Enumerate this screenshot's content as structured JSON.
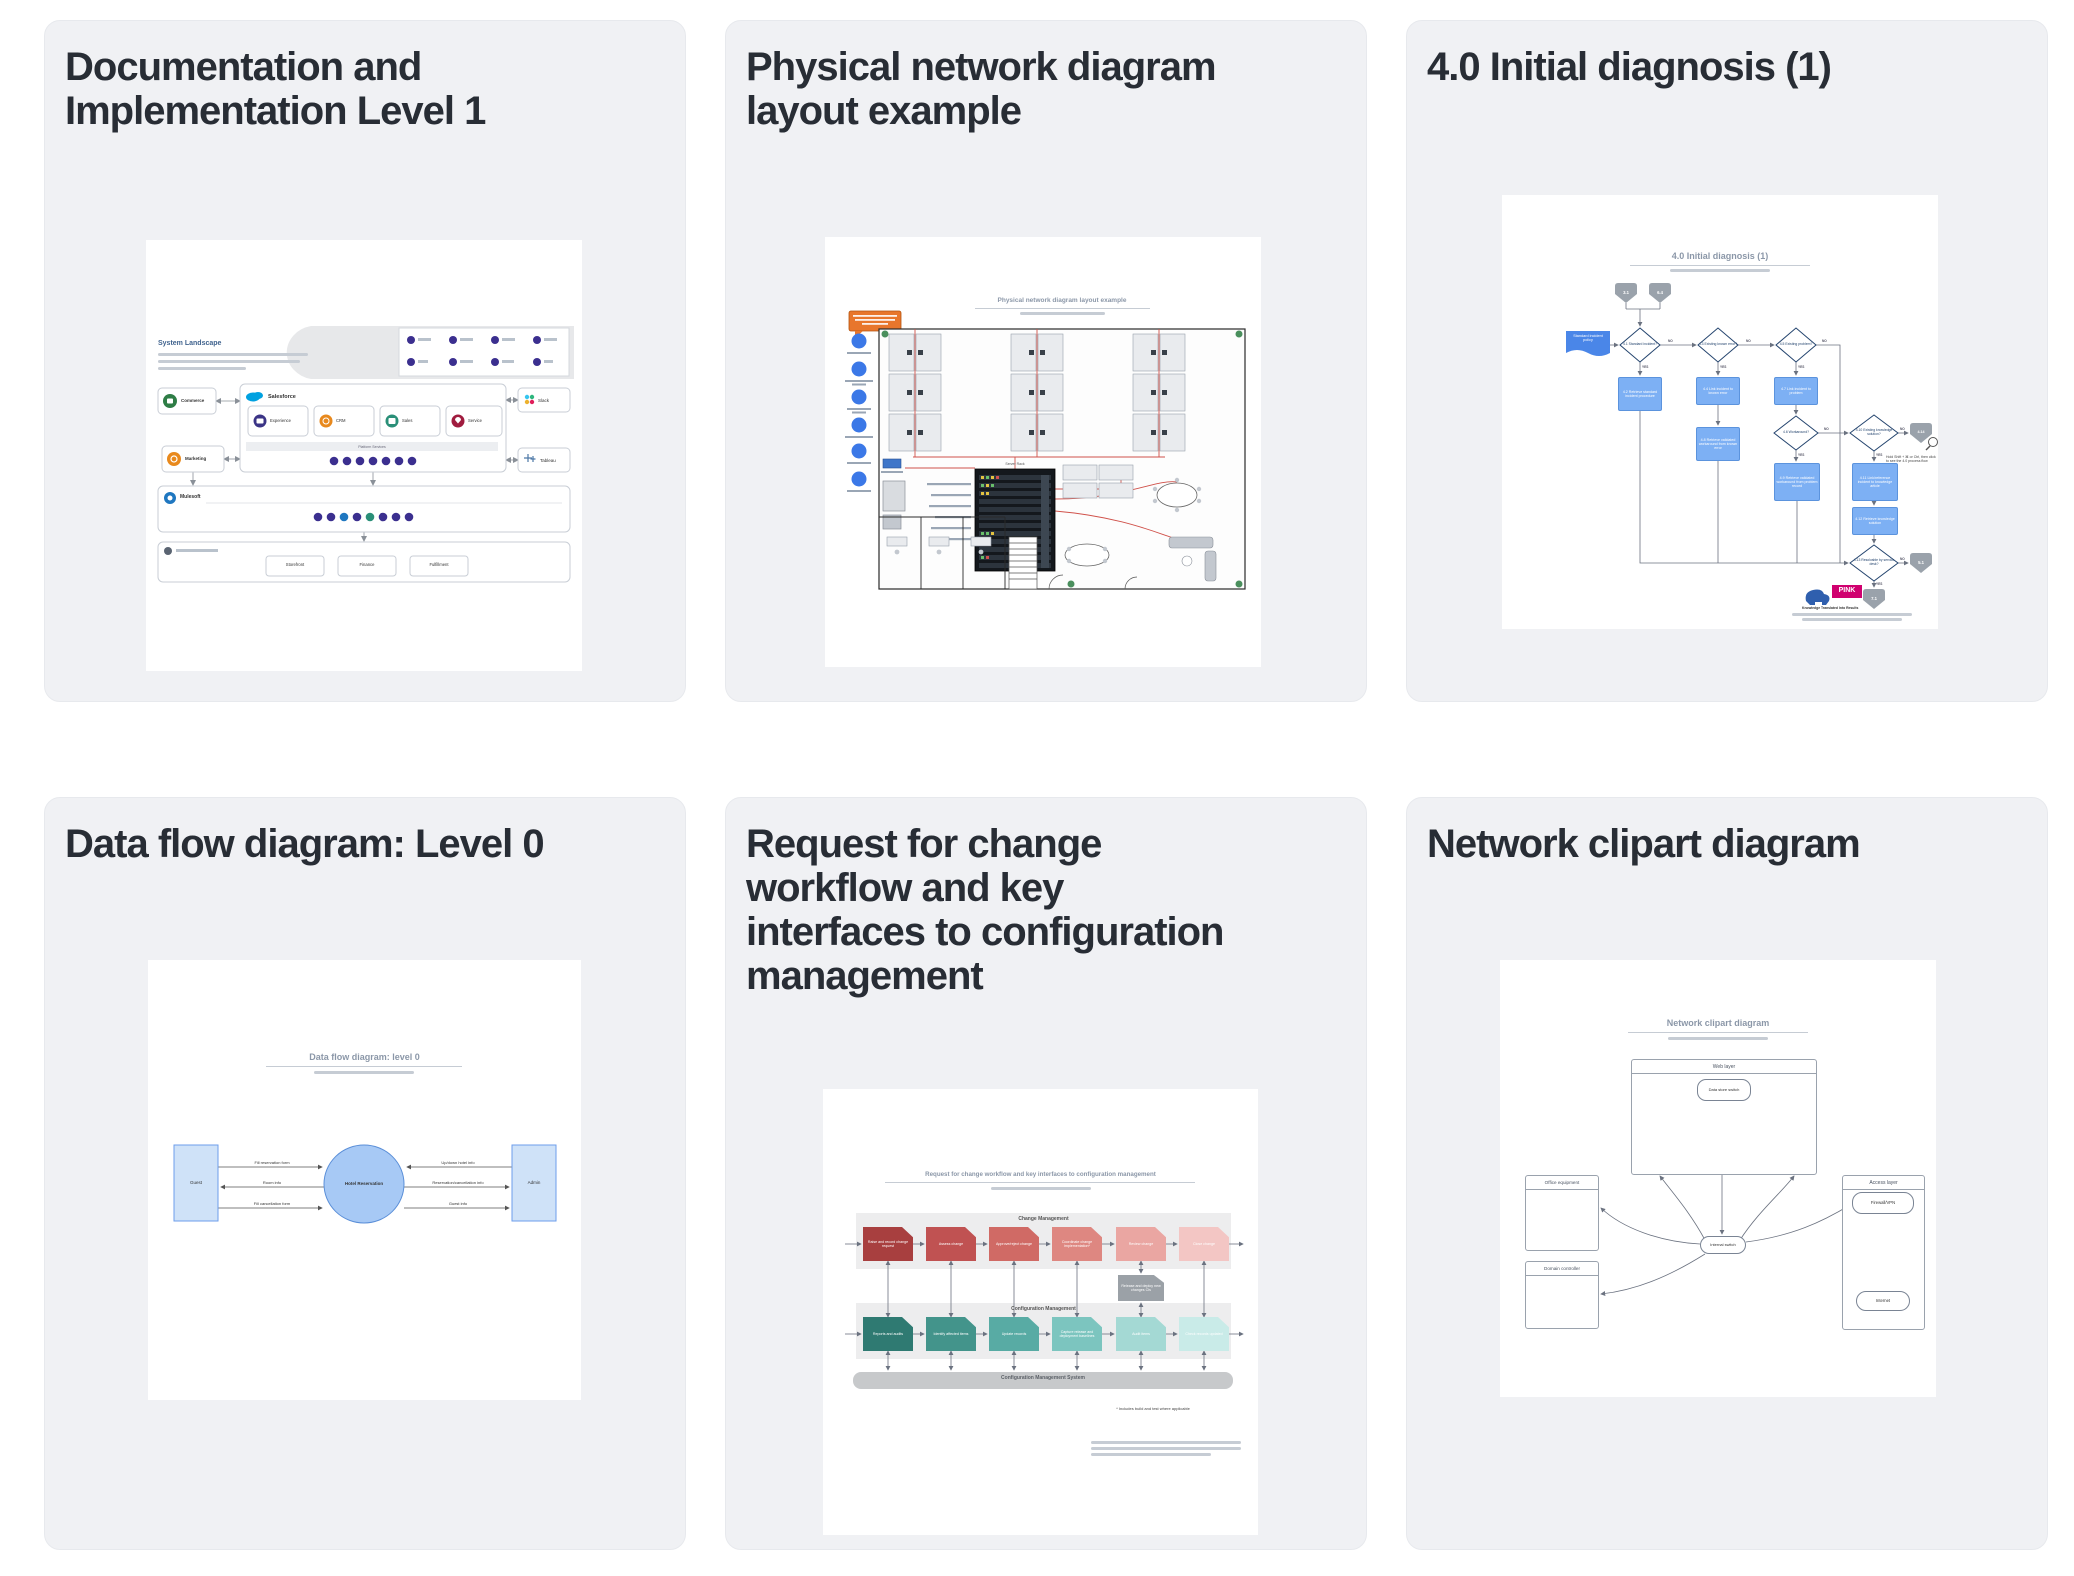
{
  "gallery": {
    "background": "#ffffff",
    "card_background": "#f0f1f4",
    "title_color": "#282d35"
  },
  "cards": [
    {
      "title_lines": [
        "Documentation and",
        "Implementation Level 1"
      ],
      "thumb": {
        "heading": "System Landscape",
        "salesforce_label": "Salesforce",
        "product_labels": [
          "Experience",
          "CRM",
          "Sales",
          "Service"
        ],
        "platform_label": "Platform Services",
        "commerce_label": "Commerce",
        "marketing_label": "Marketing",
        "mulesoft_label": "Mulesoft",
        "slack_label": "Slack",
        "tableau_label": "Tableau",
        "external_labels": [
          "Storefront",
          "Finance",
          "Fulfillment"
        ]
      }
    },
    {
      "title_lines": [
        "Physical network diagram",
        "layout example"
      ],
      "thumb": {
        "doc_title": "Physical network diagram layout example",
        "rack_label": "Server Rack"
      }
    },
    {
      "title_lines": [
        "4.0 Initial diagnosis (1)"
      ],
      "thumb": {
        "doc_title": "4.0 Initial diagnosis (1)",
        "flag_label": "Standard incident policy",
        "connector_31": "3.1",
        "connector_64": "6.4",
        "connector_414": "4.14",
        "connector_51": "5.1",
        "connector_71": "7.1",
        "diamond_41": "4.1 Standard incident?",
        "diamond_43": "4.3 Existing known error?",
        "diamond_45": "4.5 Existing problem?",
        "diamond_46": "4.6 Workaround?",
        "diamond_410": "4.10 Existing knowledge solution?",
        "diamond_413": "4.13 Resolvable by service desk?",
        "box_42": "4.2 Retrieve standard incident procedure",
        "box_44": "4.4 Link incident to known error",
        "box_47": "4.7 Link incident to problem",
        "box_48": "4.8 Retrieve validated workaround from known error",
        "box_49": "4.9 Retrieve validated workaround from problem record",
        "box_411": "4.11 Link/reference incident to knowledge article",
        "box_412": "4.12 Retrieve knowledge solution",
        "yes_label": "YES",
        "no_label": "NO",
        "note": "Hold Shift + ⌘ or Ctrl, then click to see the 4.0 process flow",
        "logo_text": "PINK",
        "logo_tagline": "Knowledge Translated Into Results"
      }
    },
    {
      "title_lines": [
        "Data flow diagram: Level 0"
      ],
      "thumb": {
        "doc_title": "Data flow diagram: level 0",
        "guest_label": "Guest",
        "admin_label": "Admin",
        "process_label": "Hotel Reservation",
        "flow_left": [
          "Fill reservation form",
          "Room info",
          "Fill cancellation form"
        ],
        "flow_right": [
          "Up/down hotel info",
          "Reservation/cancellation info",
          "Guest info"
        ]
      }
    },
    {
      "title_lines": [
        "Request for change",
        "workflow and key",
        "interfaces to configuration",
        "management"
      ],
      "thumb": {
        "doc_title": "Request for change workflow and key interfaces to configuration management",
        "band1_label": "Change Management",
        "band2_label": "Configuration Management",
        "bar_label": "Configuration Management System",
        "change_steps": [
          "Raise and record change request",
          "Assess change",
          "Approve/reject change",
          "Coordinate change implementation*",
          "Review change",
          "Close change"
        ],
        "release_label": "Release and deploy new changes CIs",
        "config_steps": [
          "Reports and audits",
          "Identify affected items",
          "Update records",
          "Capture release and deployment baselines",
          "Audit items",
          "Check records updated"
        ],
        "note": "* Includes build and test where applicable"
      }
    },
    {
      "title_lines": [
        "Network clipart diagram"
      ],
      "thumb": {
        "doc_title": "Network clipart diagram",
        "web_label": "Web layer",
        "office_label": "Office equipment",
        "domain_label": "Domain controller",
        "access_label": "Access layer",
        "datastore_label": "Data store switch",
        "internal_label": "Internal switch",
        "firewall_label": "Firewall/VPN",
        "internet_label": "Internet"
      }
    }
  ]
}
